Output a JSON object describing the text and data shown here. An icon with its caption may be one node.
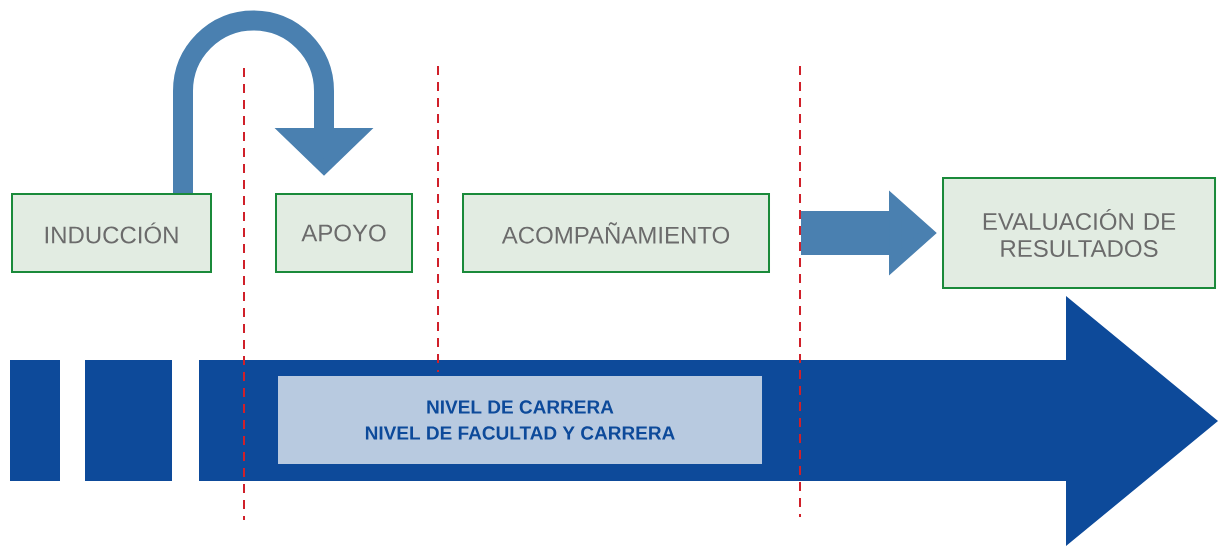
{
  "diagram": {
    "nodes": [
      {
        "text": [
          "INDUCCIÓN"
        ]
      },
      {
        "text": [
          "APOYO"
        ]
      },
      {
        "text": [
          "ACOMPAÑAMIENTO"
        ]
      },
      {
        "text": [
          "EVALUACIÓN DE RESULTADOS"
        ]
      },
      {
        "text": [],
        "shape": "bar"
      },
      {
        "text": [],
        "shape": "bar"
      },
      {
        "text": [],
        "shape": "arrow"
      },
      {
        "text": [
          "NIVEL DE CARRERA",
          "NIVEL DE FACULTAD Y CARRERA"
        ],
        "in": 6
      }
    ],
    "edges": [
      {
        "from": 0,
        "to": 1,
        "arrow": "to"
      },
      {
        "from": 2,
        "to": 3,
        "arrow": "to",
        "style": "thick"
      }
    ]
  }
}
